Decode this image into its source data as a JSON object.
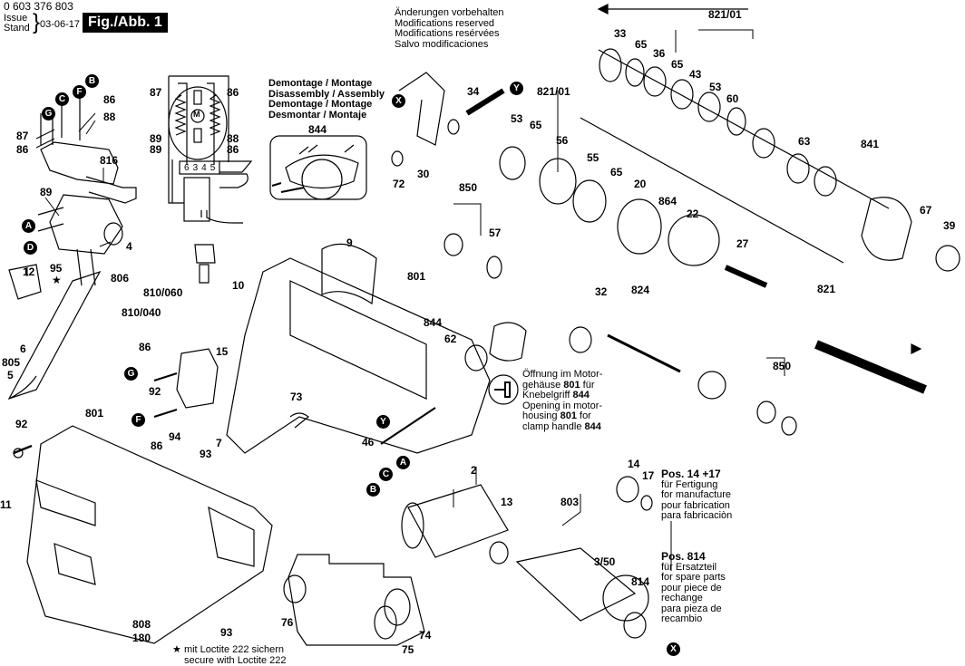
{
  "header": {
    "part_number": "0 603 376 803",
    "issue_label": "Issue",
    "stand_label": "Stand",
    "issue_date": "03-06-17",
    "figure_label": "Fig./Abb. 1"
  },
  "notice": {
    "lines": [
      "Änderungen vorbehalten",
      "Modifications reserved",
      "Modifications resérvées",
      "Salvo modificaciones"
    ]
  },
  "disassembly_box": {
    "lines": [
      "Demontage / Montage",
      "Disassembly / Assembly",
      "Demontage / Montage",
      "Desmontar / Montaje"
    ],
    "part": "844"
  },
  "opening_note": {
    "lines": [
      {
        "text": "Öffnung im Motor-",
        "bold": ""
      },
      {
        "text": "gehäuse ",
        "bold": "801",
        "tail": " für"
      },
      {
        "text": "Knebelgriff ",
        "bold": "844",
        "tail": ""
      },
      {
        "text": "Opening in motor-",
        "bold": ""
      },
      {
        "text": "housing ",
        "bold": "801",
        "tail": " for"
      },
      {
        "text": "clamp handle ",
        "bold": "844",
        "tail": ""
      }
    ]
  },
  "pos_14_17": {
    "title": "Pos. 14 +17",
    "lines": [
      "für Fertigung",
      "for manufacture",
      "pour fabrication",
      "para fabricaciòn"
    ]
  },
  "pos_814": {
    "title": "Pos. 814",
    "lines": [
      "für Ersatzteil",
      "for spare parts",
      "pour piece de",
      "rechange",
      "para pieza de",
      "recambio"
    ]
  },
  "loctite_note": {
    "star": "★",
    "lines": [
      "mit Loctite 222 sichern",
      "secure with Loctite 222"
    ]
  },
  "connection_markers": [
    "A",
    "B",
    "C",
    "D",
    "F",
    "G",
    "X",
    "Y"
  ],
  "part_labels": [
    {
      "id": "87a",
      "text": "87"
    },
    {
      "id": "86a",
      "text": "86"
    },
    {
      "id": "86b",
      "text": "86"
    },
    {
      "id": "88a",
      "text": "88"
    },
    {
      "id": "816",
      "text": "816"
    },
    {
      "id": "89a",
      "text": "89"
    },
    {
      "id": "4",
      "text": "4"
    },
    {
      "id": "95",
      "text": "95"
    },
    {
      "id": "12",
      "text": "12"
    },
    {
      "id": "806",
      "text": "806"
    },
    {
      "id": "6",
      "text": "6"
    },
    {
      "id": "805",
      "text": "805"
    },
    {
      "id": "5",
      "text": "5"
    },
    {
      "id": "92a",
      "text": "92"
    },
    {
      "id": "801a",
      "text": "801"
    },
    {
      "id": "11",
      "text": "11"
    },
    {
      "id": "808",
      "text": "808"
    },
    {
      "id": "180",
      "text": "180"
    },
    {
      "id": "93a",
      "text": "93"
    },
    {
      "id": "w87",
      "text": "87"
    },
    {
      "id": "w86a",
      "text": "86"
    },
    {
      "id": "w89a",
      "text": "89"
    },
    {
      "id": "w89b",
      "text": "89"
    },
    {
      "id": "w88",
      "text": "88"
    },
    {
      "id": "w86b",
      "text": "86"
    },
    {
      "id": "810_060",
      "text": "810/060"
    },
    {
      "id": "810_040",
      "text": "810/040"
    },
    {
      "id": "10",
      "text": "10"
    },
    {
      "id": "86c",
      "text": "86"
    },
    {
      "id": "15",
      "text": "15"
    },
    {
      "id": "92b",
      "text": "92"
    },
    {
      "id": "86d",
      "text": "86"
    },
    {
      "id": "94",
      "text": "94"
    },
    {
      "id": "93b",
      "text": "93"
    },
    {
      "id": "7",
      "text": "7"
    },
    {
      "id": "9",
      "text": "9"
    },
    {
      "id": "801b",
      "text": "801"
    },
    {
      "id": "844",
      "text": "844"
    },
    {
      "id": "62",
      "text": "62"
    },
    {
      "id": "73",
      "text": "73"
    },
    {
      "id": "46",
      "text": "46"
    },
    {
      "id": "34",
      "text": "34"
    },
    {
      "id": "30",
      "text": "30"
    },
    {
      "id": "72",
      "text": "72"
    },
    {
      "id": "850a",
      "text": "850"
    },
    {
      "id": "57",
      "text": "57"
    },
    {
      "id": "53a",
      "text": "53"
    },
    {
      "id": "821_01b",
      "text": "821/01"
    },
    {
      "id": "65a",
      "text": "65"
    },
    {
      "id": "56",
      "text": "56"
    },
    {
      "id": "55",
      "text": "55"
    },
    {
      "id": "65b",
      "text": "65"
    },
    {
      "id": "20",
      "text": "20"
    },
    {
      "id": "864",
      "text": "864"
    },
    {
      "id": "22",
      "text": "22"
    },
    {
      "id": "27",
      "text": "27"
    },
    {
      "id": "32",
      "text": "32"
    },
    {
      "id": "824",
      "text": "824"
    },
    {
      "id": "821",
      "text": "821"
    },
    {
      "id": "850b",
      "text": "850"
    },
    {
      "id": "821_01a",
      "text": "821/01"
    },
    {
      "id": "33",
      "text": "33"
    },
    {
      "id": "65c",
      "text": "65"
    },
    {
      "id": "36",
      "text": "36"
    },
    {
      "id": "65d",
      "text": "65"
    },
    {
      "id": "43",
      "text": "43"
    },
    {
      "id": "53b",
      "text": "53"
    },
    {
      "id": "60",
      "text": "60"
    },
    {
      "id": "63",
      "text": "63"
    },
    {
      "id": "841",
      "text": "841"
    },
    {
      "id": "67",
      "text": "67"
    },
    {
      "id": "39",
      "text": "39"
    },
    {
      "id": "2",
      "text": "2"
    },
    {
      "id": "13",
      "text": "13"
    },
    {
      "id": "803",
      "text": "803"
    },
    {
      "id": "3_50",
      "text": "3/50"
    },
    {
      "id": "814",
      "text": "814"
    },
    {
      "id": "14",
      "text": "14"
    },
    {
      "id": "17",
      "text": "17"
    },
    {
      "id": "76",
      "text": "76"
    },
    {
      "id": "74",
      "text": "74"
    },
    {
      "id": "75",
      "text": "75"
    },
    {
      "id": "t6",
      "text": "6"
    },
    {
      "id": "t3",
      "text": "3"
    },
    {
      "id": "t4",
      "text": "4"
    },
    {
      "id": "t5",
      "text": "5"
    }
  ],
  "wiring_terminals": [
    "6",
    "3",
    "4",
    "5"
  ],
  "motor_symbol": "M"
}
